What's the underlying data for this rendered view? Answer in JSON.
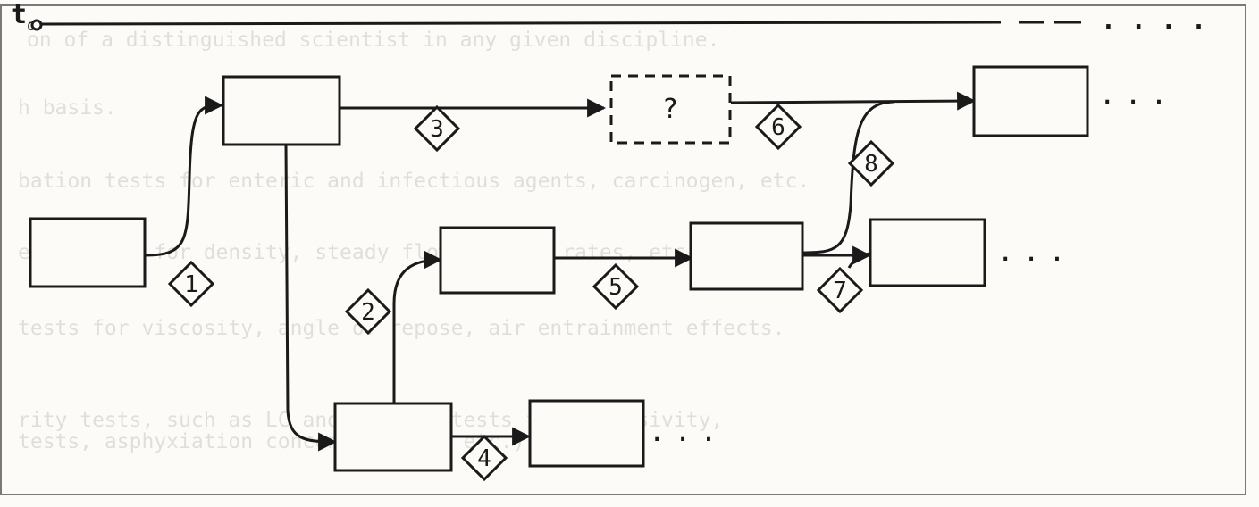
{
  "colors": {
    "paper": "#fdfbf7",
    "ink": "#1a1a1a",
    "border": "#7a7a7a"
  },
  "timeline": {
    "label": "t",
    "subscript": "o",
    "trail": ". . . ."
  },
  "unknown_box": {
    "label": "?"
  },
  "continuation_mark": ". . .",
  "diamonds": [
    "1",
    "2",
    "3",
    "4",
    "5",
    "6",
    "7",
    "8"
  ],
  "show_through_text": [
    "on of a distinguished scientist in any given discipline.",
    "h basis.",
    "bation tests for enteric and infectious agents, carcinogen, etc.",
    "ency tests for density, steady flow, mixing rates, etc.",
    "tests for viscosity, angle of repose, air entrainment effects.",
    "rity tests, such as LC and LD, and tests for corrosivity,",
    "tests, asphyxiation concentrations, etc.)."
  ]
}
